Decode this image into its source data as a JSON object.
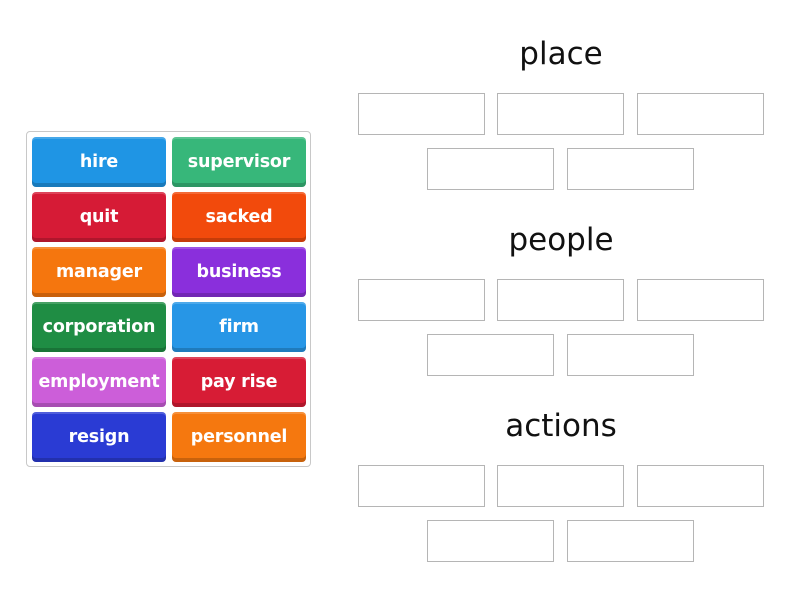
{
  "tiles": [
    {
      "label": "hire",
      "color": "#1f95e4"
    },
    {
      "label": "supervisor",
      "color": "#37b77a"
    },
    {
      "label": "quit",
      "color": "#d61b36"
    },
    {
      "label": "sacked",
      "color": "#f24a0c"
    },
    {
      "label": "manager",
      "color": "#f5760e"
    },
    {
      "label": "business",
      "color": "#8a2fdc"
    },
    {
      "label": "corporation",
      "color": "#1f8d44"
    },
    {
      "label": "firm",
      "color": "#2796e6"
    },
    {
      "label": "employment",
      "color": "#cc5ed9"
    },
    {
      "label": "pay rise",
      "color": "#d71c35"
    },
    {
      "label": "resign",
      "color": "#2a3bd4"
    },
    {
      "label": "personnel",
      "color": "#f5780f"
    }
  ],
  "groups": [
    {
      "title": "place",
      "slots": 5
    },
    {
      "title": "people",
      "slots": 5
    },
    {
      "title": "actions",
      "slots": 5
    }
  ]
}
